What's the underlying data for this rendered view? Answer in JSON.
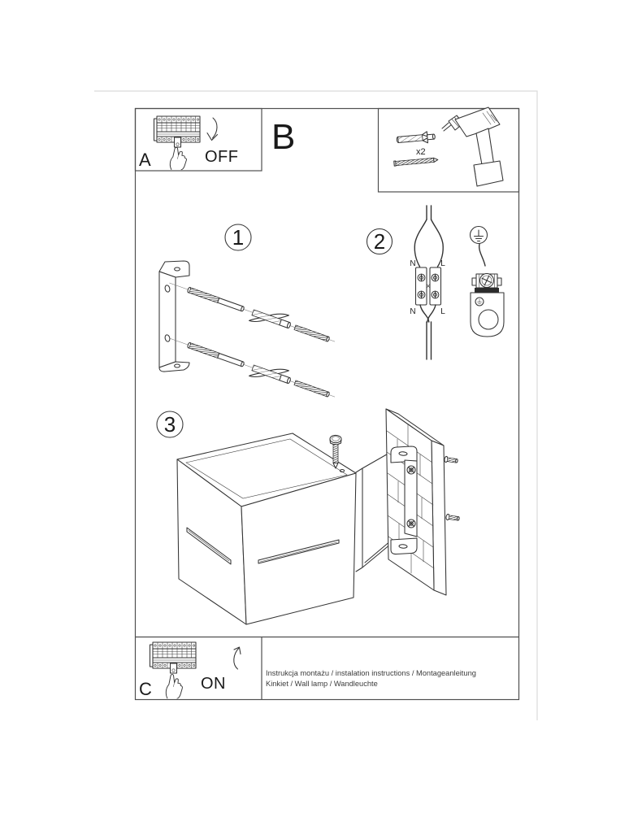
{
  "document": {
    "footer_line1": "Instrukcja montażu / instalation instructions / Montageanleitung",
    "footer_line2": "Kinkiet / Wall lamp / Wandleuchte"
  },
  "labels": {
    "step_a": "A",
    "step_b": "B",
    "step_c": "C",
    "power_off": "OFF",
    "power_on": "ON",
    "hardware_qty": "x2"
  },
  "steps": {
    "one": "1",
    "two": "2",
    "three": "3"
  },
  "wiring": {
    "neutral_top": "N",
    "live_top": "L",
    "neutral_bottom": "N",
    "live_bottom": "L"
  },
  "colors": {
    "ink": "#333333",
    "frame": "#4f4f4f",
    "page_edge": "#dadada"
  }
}
